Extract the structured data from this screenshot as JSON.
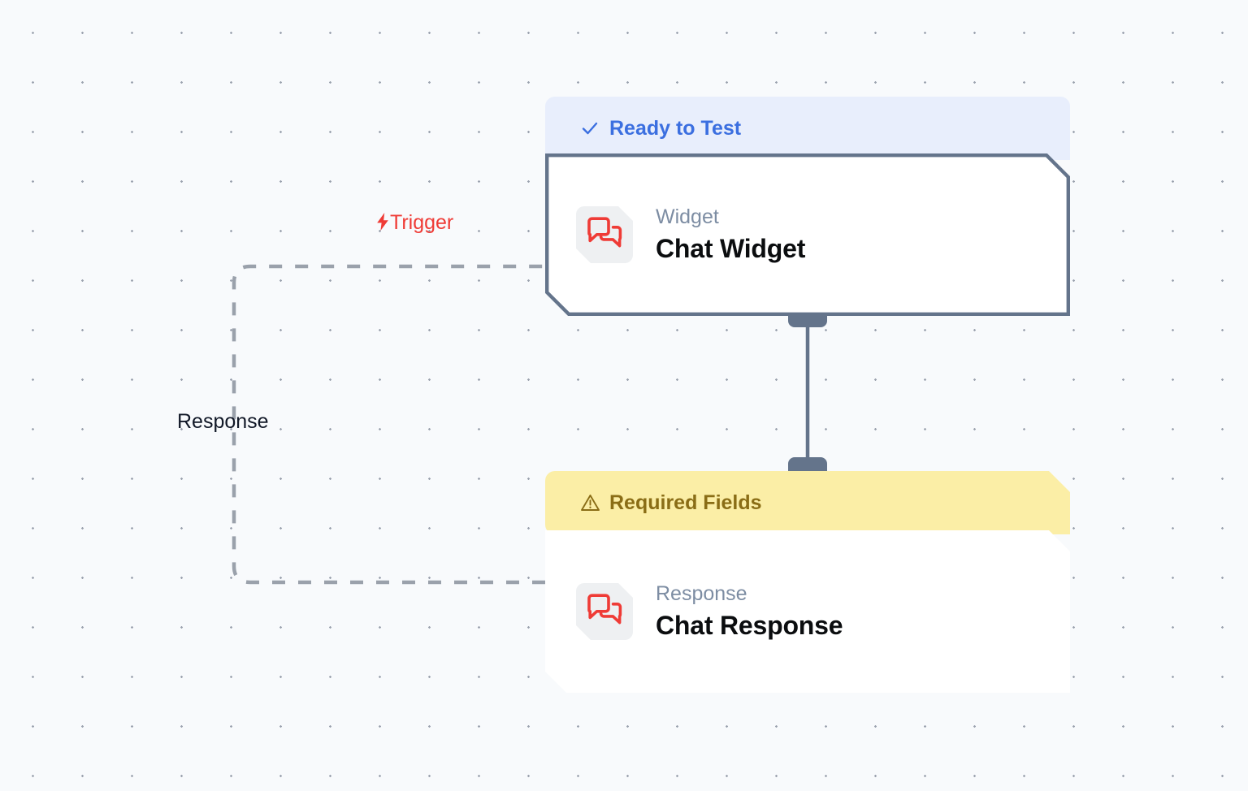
{
  "canvas": {
    "background_color": "#f8fafc",
    "dot_color": "#9ca3af"
  },
  "edges": [
    {
      "id": "trigger-edge",
      "label": "Trigger",
      "icon": "lightning-bolt-icon",
      "icon_glyph": "⚡",
      "color": "#ef3b36",
      "style": "dashed"
    },
    {
      "id": "response-edge",
      "label": "Response",
      "color": "#111827",
      "style": "dashed"
    },
    {
      "id": "widget-to-response-edge",
      "label": "",
      "color": "#64748b",
      "style": "solid"
    }
  ],
  "nodes": [
    {
      "id": "node-widget",
      "header": {
        "status_label": "Ready to Test",
        "icon": "check-icon",
        "icon_glyph": "✓",
        "background_color": "#e8eefc",
        "text_color": "#3b6fe0"
      },
      "icon": "chat-bubbles-icon",
      "subtitle": "Widget",
      "title": "Chat Widget"
    },
    {
      "id": "node-response",
      "header": {
        "status_label": "Required Fields",
        "icon": "warning-triangle-icon",
        "icon_glyph": "⚠",
        "background_color": "#fbeea6",
        "text_color": "#8a6d16"
      },
      "icon": "chat-bubbles-icon",
      "subtitle": "Response",
      "title": "Chat Response"
    }
  ]
}
